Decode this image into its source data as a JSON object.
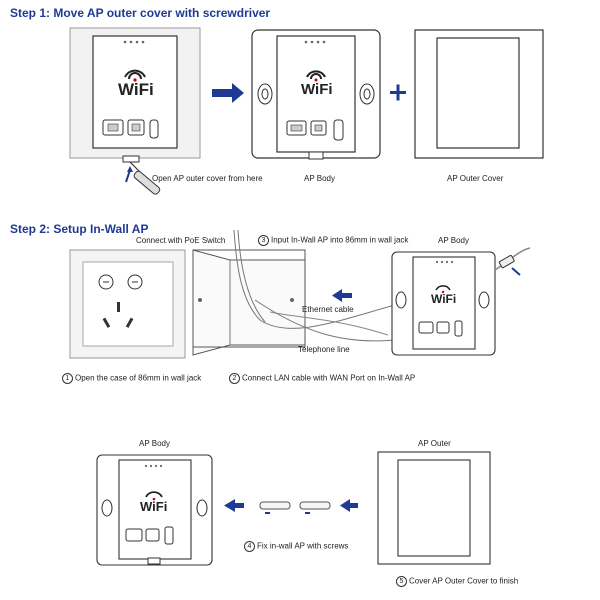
{
  "step1": {
    "title": "Step 1: Move AP outer cover with screwdriver",
    "open_caption": "Open AP outer cover from here",
    "body_caption": "AP Body",
    "cover_caption": "AP Outer Cover",
    "plus": "+"
  },
  "step2": {
    "title": "Step 2: Setup In-Wall AP",
    "poe_label": "Connect with PoE Switch",
    "input_num": "3",
    "input_label": "Input In-Wall AP into 86mm in wall jack",
    "body_label": "AP Body",
    "ethernet_label": "Ethernet cable",
    "telephone_label": "Telephone line",
    "open_num": "1",
    "open_label": "Open the case of 86mm in wall jack",
    "connect_num": "2",
    "connect_label": "Connect LAN cable with WAN Port on In-Wall AP"
  },
  "step3": {
    "body_label": "AP Body",
    "outer_label": "AP Outer",
    "fix_num": "4",
    "fix_label": "Fix in-wall AP with screws",
    "cover_num": "5",
    "cover_label": "Cover AP Outer Cover to finish"
  },
  "device": {
    "wifi_text": "WiFi"
  },
  "colors": {
    "title": "#1f3a93",
    "arrow": "#1f3a93",
    "outline": "#555555"
  }
}
